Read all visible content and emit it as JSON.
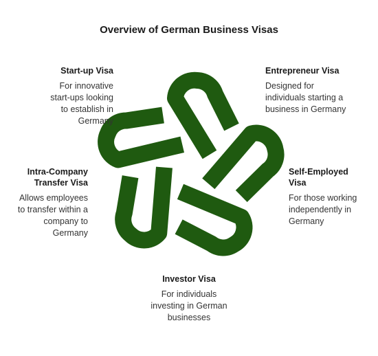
{
  "title": "Overview of German Business Visas",
  "colors": {
    "knot": "#1f5a10",
    "background": "#ffffff"
  },
  "visas": {
    "startup": {
      "name": "Start-up Visa",
      "description": "For innovative start-ups looking to establish in Germany"
    },
    "entrepreneur": {
      "name": "Entrepreneur Visa",
      "description": "Designed for individuals starting a business in Germany"
    },
    "intra_company": {
      "name": "Intra-Company Transfer Visa",
      "description": "Allows employees to transfer within a company to Germany"
    },
    "self_employed": {
      "name": "Self-Employed Visa",
      "description": "For those working independently in Germany"
    },
    "investor": {
      "name": "Investor Visa",
      "description": "For individuals investing in German businesses"
    }
  }
}
